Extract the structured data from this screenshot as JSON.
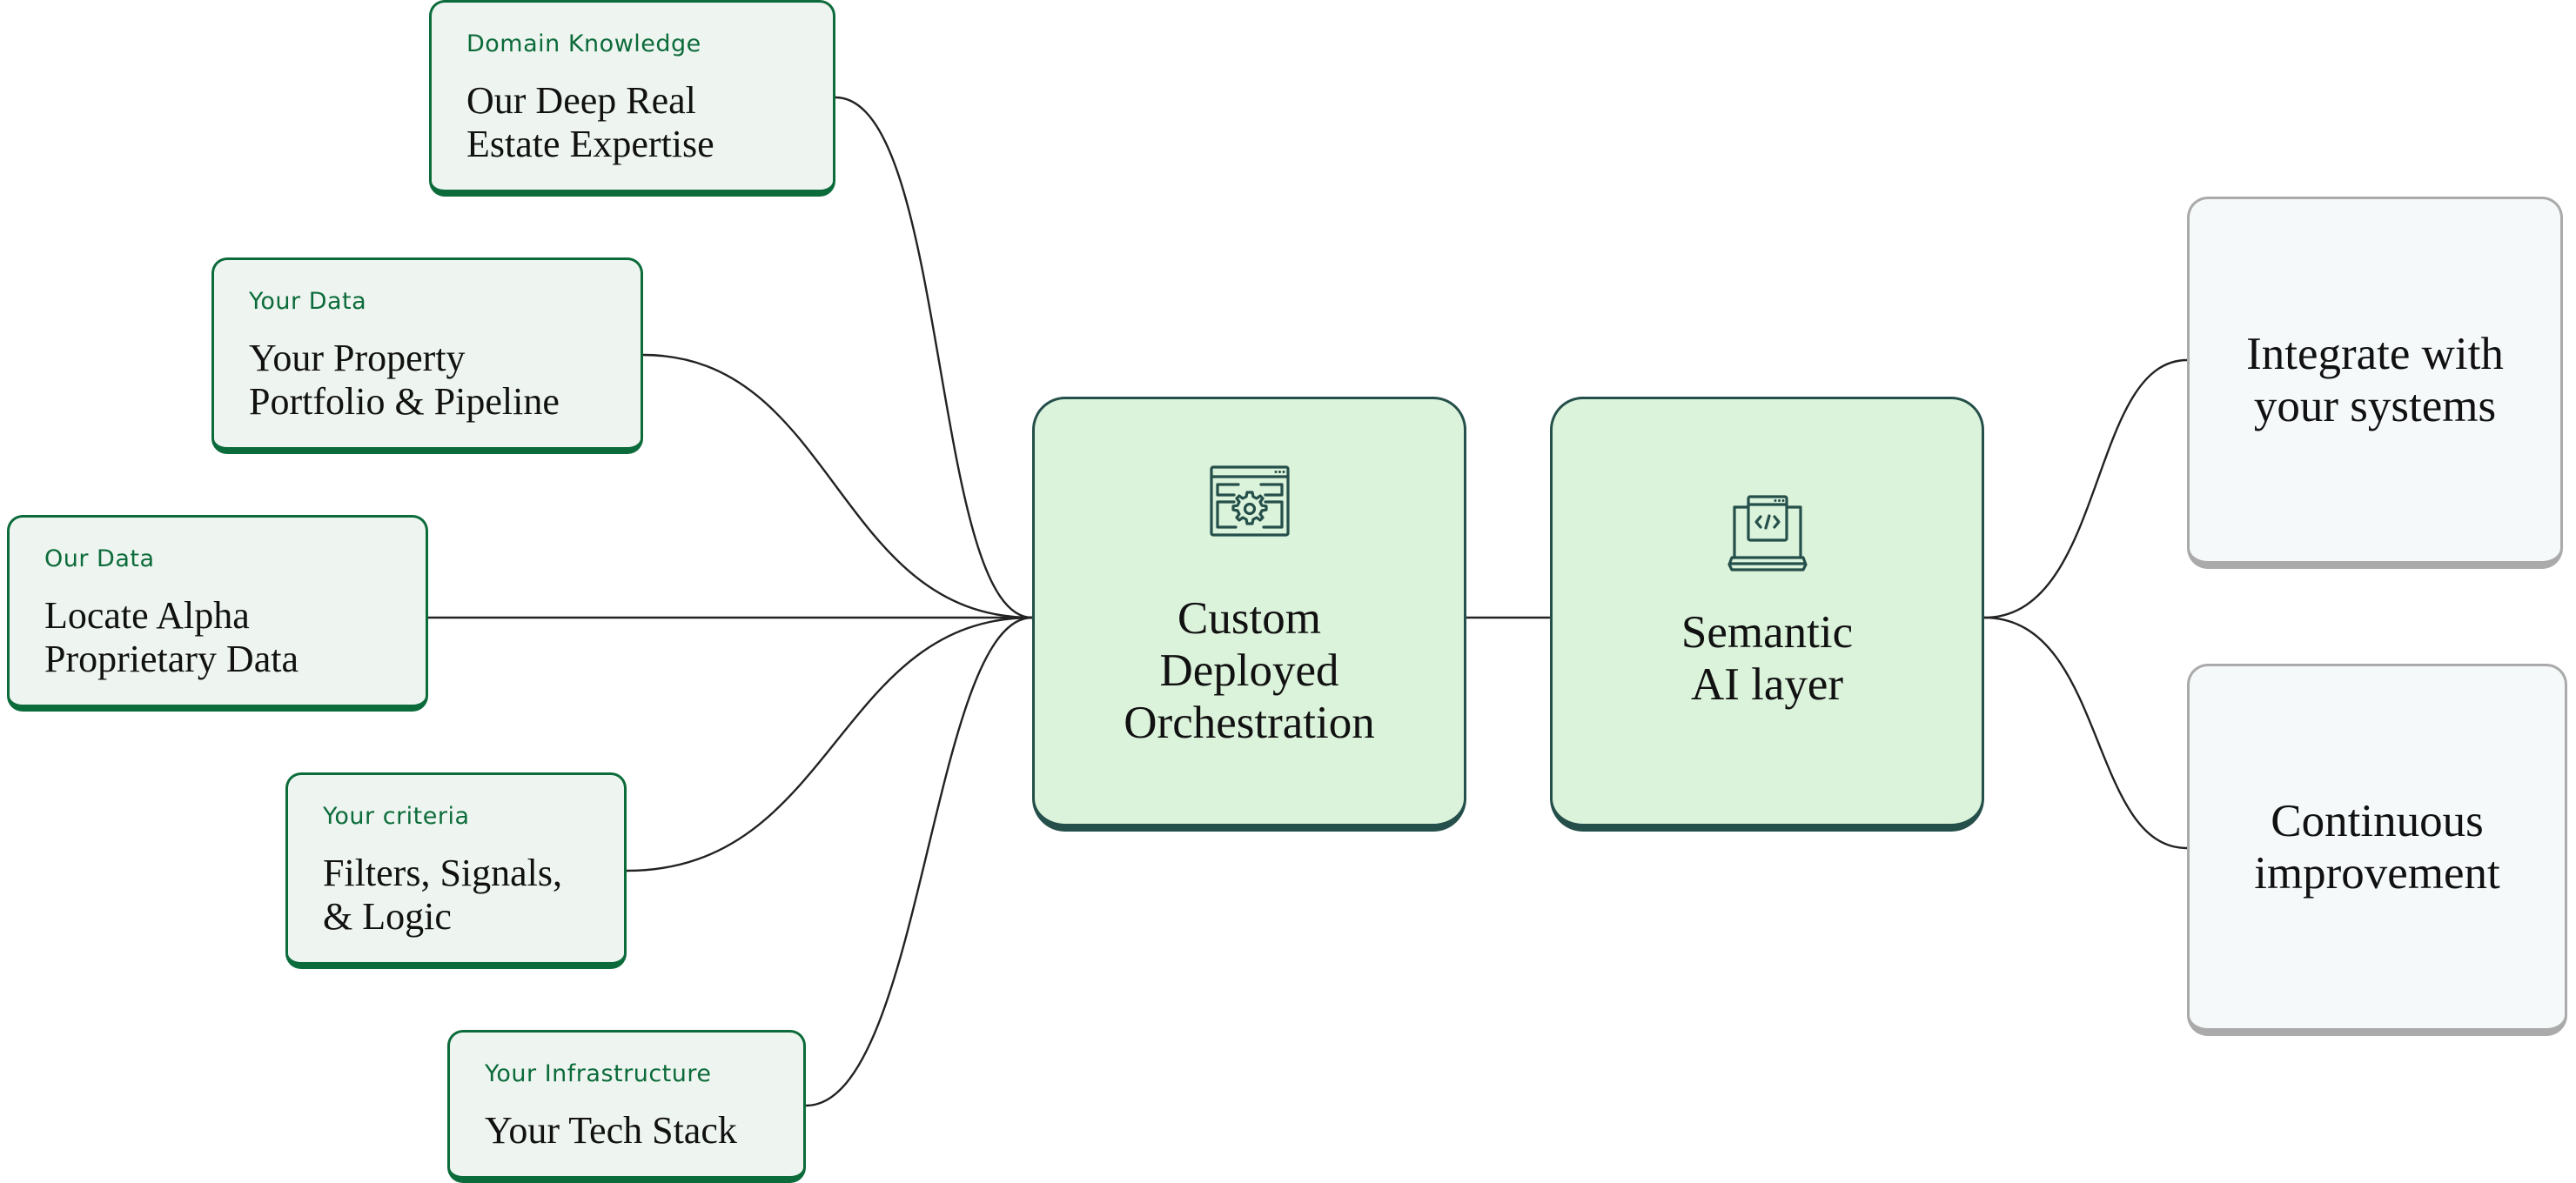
{
  "diagram": {
    "inputs": [
      {
        "id": "domain",
        "eyebrow": "Domain Knowledge",
        "title": "Our Deep Real\nEstate Expertise"
      },
      {
        "id": "your-data",
        "eyebrow": "Your Data",
        "title": "Your Property\nPortfolio & Pipeline"
      },
      {
        "id": "our-data",
        "eyebrow": "Our Data",
        "title": "Locate Alpha\nProprietary Data"
      },
      {
        "id": "criteria",
        "eyebrow": "Your criteria",
        "title": "Filters, Signals,\n& Logic"
      },
      {
        "id": "infra",
        "eyebrow": "Your Infrastructure",
        "title": "Your Tech Stack"
      }
    ],
    "hubs": [
      {
        "id": "orchestration",
        "title": "Custom\nDeployed\nOrchestration",
        "icon": "browser-gear-icon"
      },
      {
        "id": "semantic",
        "title": "Semantic\nAI layer",
        "icon": "laptop-code-icon"
      }
    ],
    "outputs": [
      {
        "id": "integrate",
        "title": "Integrate with\nyour systems"
      },
      {
        "id": "continuous",
        "title": "Continuous\nimprovement"
      }
    ],
    "edges": [
      {
        "from": "domain",
        "to": "orchestration"
      },
      {
        "from": "your-data",
        "to": "orchestration"
      },
      {
        "from": "our-data",
        "to": "orchestration"
      },
      {
        "from": "criteria",
        "to": "orchestration"
      },
      {
        "from": "infra",
        "to": "orchestration"
      },
      {
        "from": "orchestration",
        "to": "semantic"
      },
      {
        "from": "semantic",
        "to": "integrate"
      },
      {
        "from": "semantic",
        "to": "continuous"
      }
    ],
    "colors": {
      "input_accent": "#0c6b3a",
      "input_fill": "#eef5f0",
      "hub_fill": "#dbf2db",
      "hub_border": "#254f4a",
      "output_fill": "#f5f9f9",
      "output_border": "#aaaaaa",
      "connector": "#222222"
    }
  }
}
